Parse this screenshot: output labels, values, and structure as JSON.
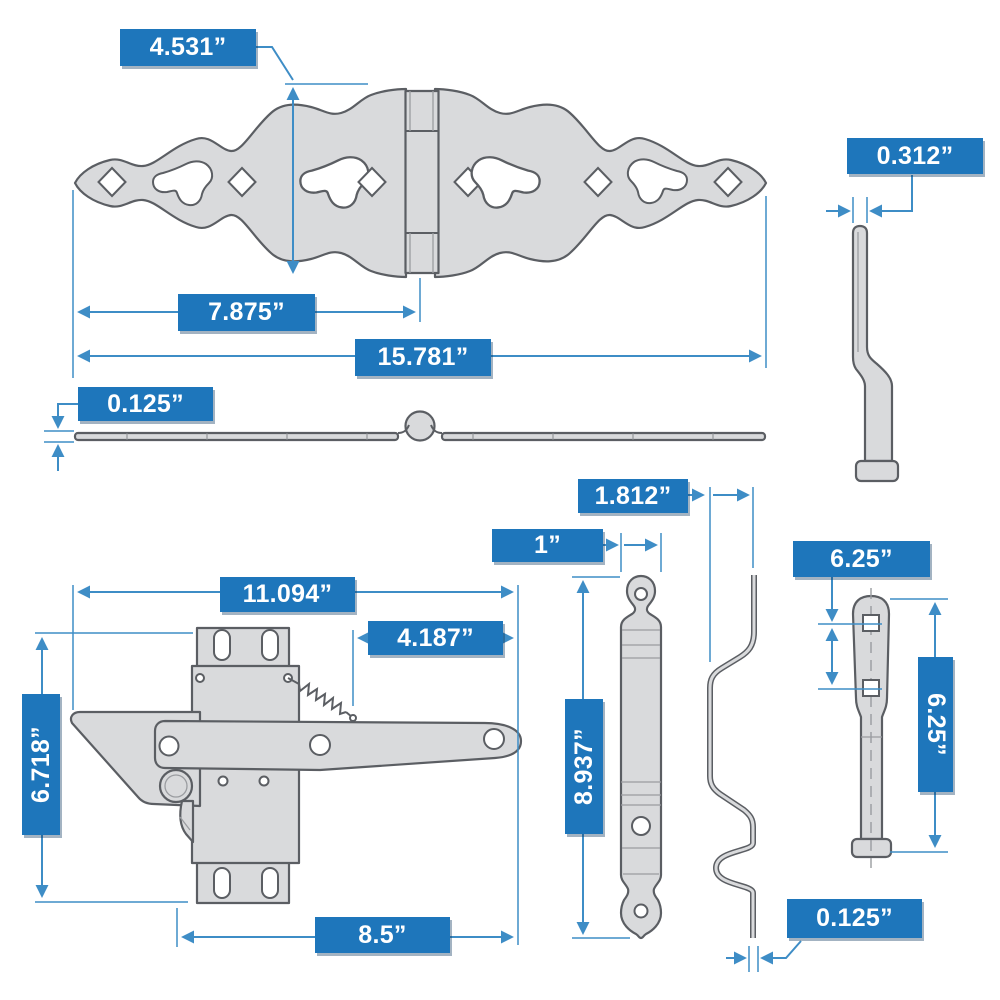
{
  "diagram": {
    "kind": "technical-dimension-diagram",
    "units": "inches",
    "colors": {
      "label_bg": "#1E76BB",
      "label_text": "#FFFFFF",
      "dim_line": "#3E8DC6",
      "part_fill": "#D9DADC",
      "part_stroke": "#5B5E63",
      "background": "#FFFFFF"
    },
    "views": [
      {
        "id": "hinge-face",
        "label": "decorative strap hinge - face view"
      },
      {
        "id": "hinge-edge",
        "label": "strap hinge - edge view with knuckle"
      },
      {
        "id": "latch-bar-side",
        "label": "latch bar - side profile view"
      },
      {
        "id": "gate-latch",
        "label": "spring-loaded gate latch - face view"
      },
      {
        "id": "latch-strap",
        "label": "decorative latch strap - face view"
      },
      {
        "id": "latch-bar-bent",
        "label": "latch bar - bent edge profile"
      },
      {
        "id": "latch-bar-face",
        "label": "latch bar - face view with square holes"
      }
    ],
    "dims": {
      "hinge_height": "4.531”",
      "hinge_leaf_length": "7.875”",
      "hinge_total_length": "15.781”",
      "hinge_thickness": "0.125”",
      "side_bar_width": "0.312”",
      "latch_total_width": "11.094”",
      "latch_arm_length": "4.187”",
      "latch_height": "6.718”",
      "latch_base_length": "8.5”",
      "strap_width": "1”",
      "bar_offset": "1.812”",
      "strap_length": "8.937”",
      "bar_hole_spacing": "6.25”",
      "bar_length": "6.25”",
      "bar_thickness": "0.125”"
    }
  }
}
